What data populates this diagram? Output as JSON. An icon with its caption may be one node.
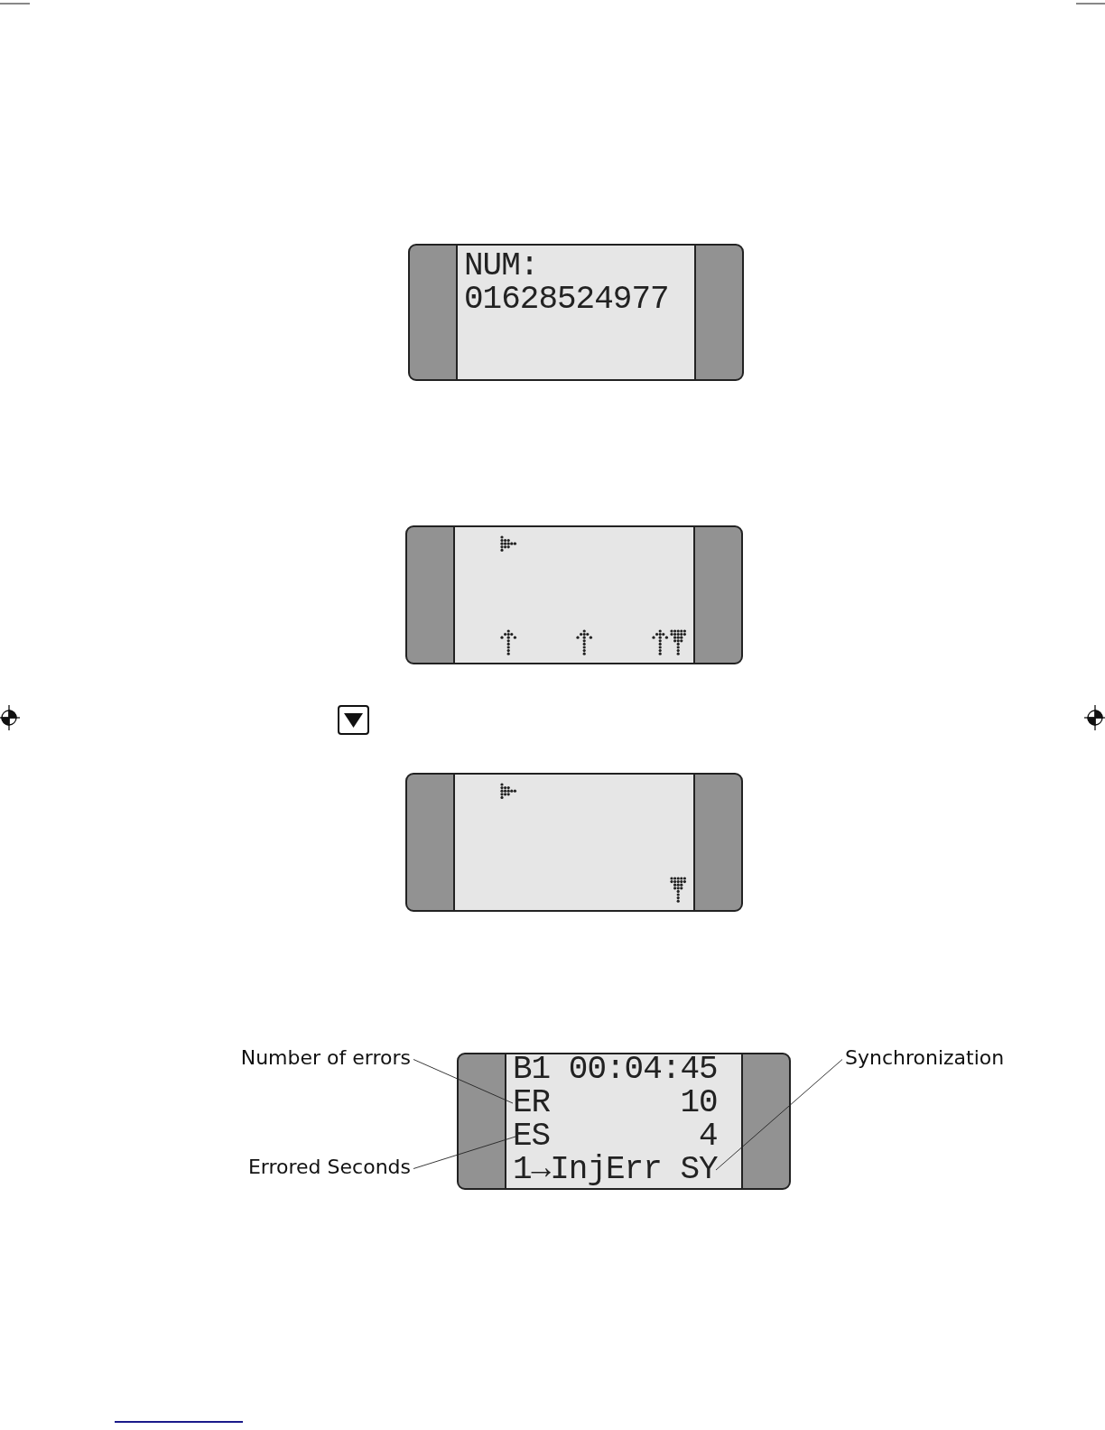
{
  "diagram": {
    "nodes": [
      {
        "text": [
          "NUM:",
          "01628524977"
        ]
      },
      {
        "text": [],
        "shape": "box"
      },
      {
        "text": [],
        "shape": "box"
      },
      {
        "text": [
          "B1 00:04:45",
          "ER       10",
          "ES        4",
          "1→InjErr SY"
        ]
      },
      {
        "text": [
          "Number of errors"
        ]
      },
      {
        "text": [
          "Errored Seconds"
        ]
      },
      {
        "text": [
          "Synchronization"
        ]
      }
    ],
    "edges": [
      {
        "from": 4,
        "to": 3,
        "arrow": "none"
      },
      {
        "from": 5,
        "to": 3,
        "arrow": "none"
      },
      {
        "from": 6,
        "to": 3,
        "arrow": "none"
      }
    ]
  }
}
